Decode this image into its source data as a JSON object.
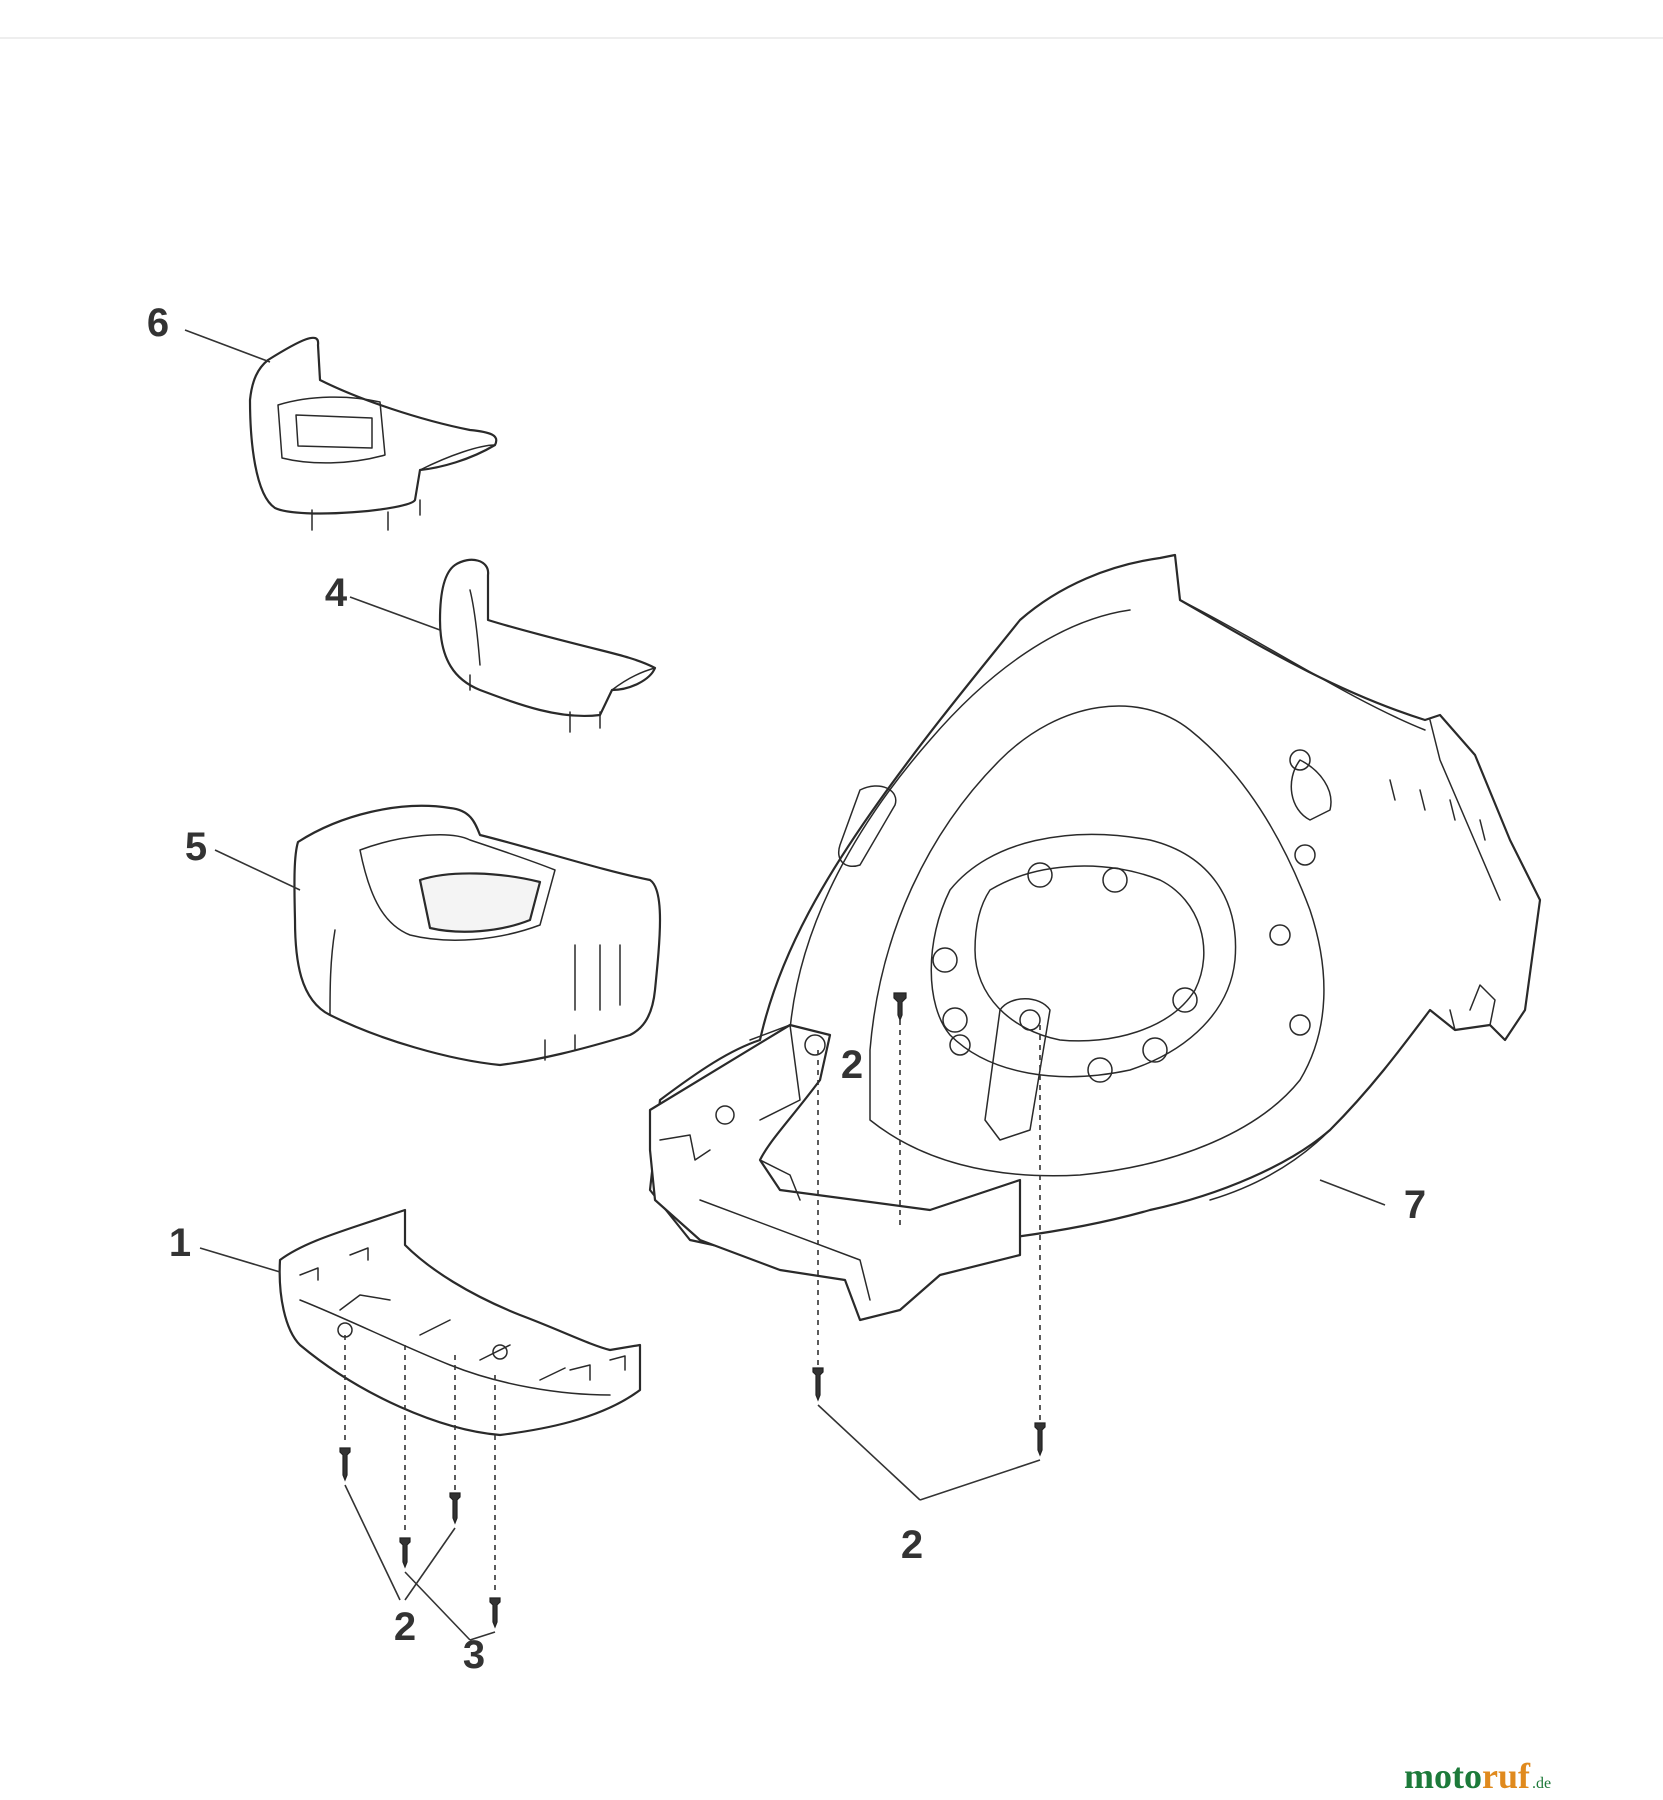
{
  "callouts": {
    "c6": "6",
    "c4": "4",
    "c5": "5",
    "c1": "1",
    "c2_top": "2",
    "c7": "7",
    "c2_bottom_right": "2",
    "c2_bottom_left": "2",
    "c3": "3"
  },
  "watermark": {
    "brand_a": "moto",
    "brand_b": "ruf",
    "suffix": ".de",
    "color_a": "#1d7a3a",
    "color_b": "#e08a1e"
  }
}
